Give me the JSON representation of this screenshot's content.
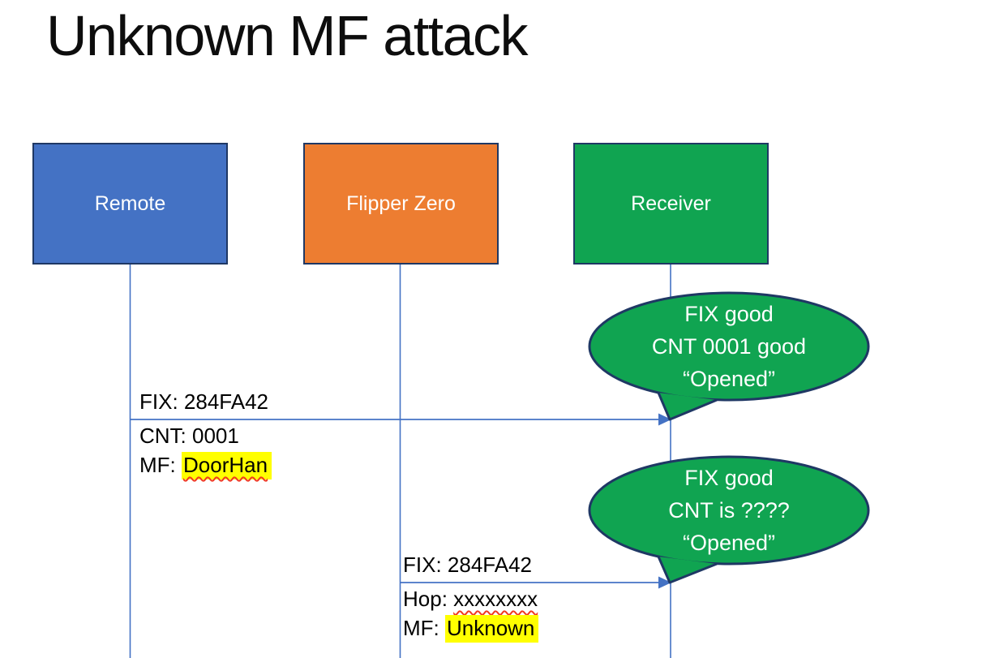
{
  "title": "Unknown MF attack",
  "actors": {
    "remote": {
      "label": "Remote"
    },
    "flipper": {
      "label": "Flipper Zero"
    },
    "receiver": {
      "label": "Receiver"
    }
  },
  "message1": {
    "line1": "FIX: 284FA42",
    "line2": "CNT: 0001",
    "line3_prefix": "MF: ",
    "line3_value": "DoorHan"
  },
  "message2": {
    "line1": "FIX: 284FA42",
    "line2_prefix": "Hop: ",
    "line2_value": "xxxxxxxx",
    "line3_prefix": "MF: ",
    "line3_value": "Unknown"
  },
  "callout1": {
    "line1": "FIX good",
    "line2": "CNT 0001 good",
    "line3": "“Opened”"
  },
  "callout2": {
    "line1": "FIX good",
    "line2": "CNT is ????",
    "line3": "“Opened”"
  },
  "colors": {
    "remote_fill": "#4472C4",
    "flipper_fill": "#ED7D31",
    "receiver_fill": "#10A451",
    "callout_fill": "#10A451",
    "shape_border": "#1F3864",
    "connector_blue": "#4472C4",
    "highlight_yellow": "#FFFF00",
    "spellcheck_red": "#F03A21"
  }
}
